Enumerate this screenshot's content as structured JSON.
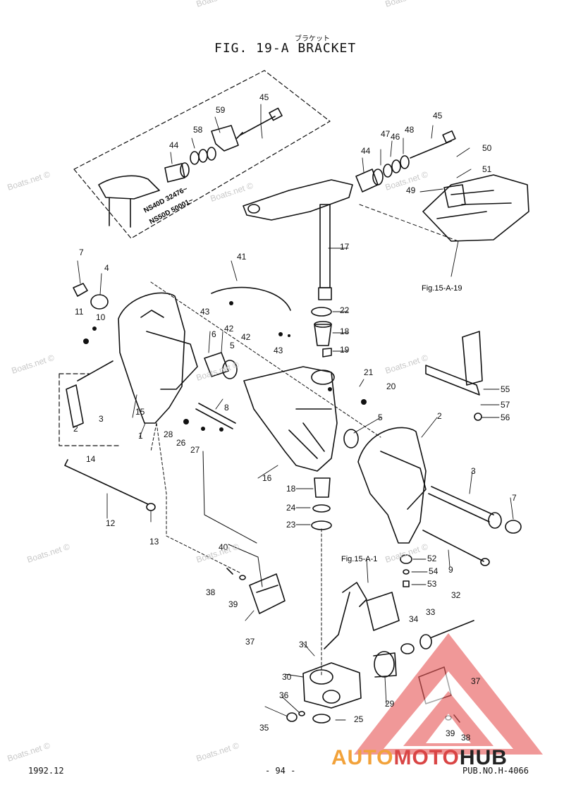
{
  "header": {
    "kana": "ブラケット",
    "title": "FIG. 19-A BRACKET"
  },
  "footer": {
    "date": "1992.12",
    "page": "- 94 -",
    "pub": "PUB.NO.H-4066"
  },
  "watermark": "Boats.net ©",
  "brand": {
    "part1": "AUTO",
    "part2": "MOTO",
    "part3": "HUB",
    "colors": {
      "auto": "#f2a23a",
      "moto": "#d94545",
      "hub": "#222222"
    }
  },
  "serial_notes": [
    "NS40D 32476~",
    "NS50D 50001~"
  ],
  "refs": [
    "Fig.15-A-19",
    "Fig.15-A-1"
  ],
  "callouts": [
    "1",
    "2",
    "2",
    "3",
    "3",
    "4",
    "5",
    "5",
    "6",
    "7",
    "7",
    "8",
    "9",
    "10",
    "11",
    "12",
    "13",
    "14",
    "15",
    "16",
    "17",
    "18",
    "18",
    "19",
    "20",
    "21",
    "22",
    "23",
    "24",
    "25",
    "26",
    "27",
    "28",
    "29",
    "30",
    "31",
    "32",
    "33",
    "34",
    "35",
    "36",
    "37",
    "37",
    "38",
    "38",
    "39",
    "39",
    "40",
    "41",
    "42",
    "42",
    "43",
    "43",
    "44",
    "44",
    "45",
    "45",
    "46",
    "47",
    "48",
    "49",
    "50",
    "51",
    "52",
    "53",
    "54",
    "55",
    "56",
    "57",
    "58",
    "59"
  ]
}
